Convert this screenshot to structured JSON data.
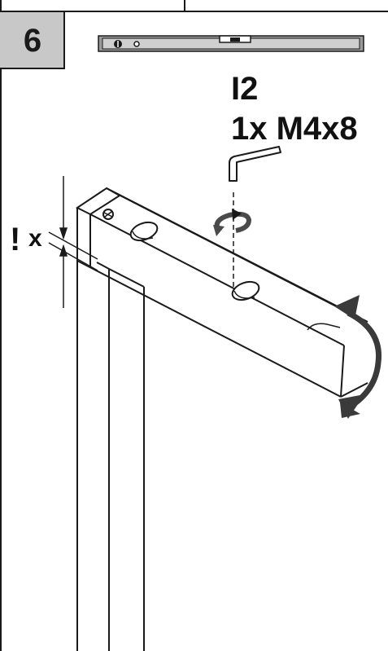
{
  "step": {
    "number": "6"
  },
  "part": {
    "code": "I2",
    "quantity_label": "1x M4x8"
  },
  "warning": {
    "mark": "!",
    "gap_label": "x"
  },
  "colors": {
    "box_fill": "#c8c8c8",
    "line": "#1a1a1a",
    "arrow": "#4a4a4a"
  },
  "icons": [
    "spirit-level-icon",
    "allen-key-icon",
    "rotate-arrow-icon",
    "tilt-arrow-icon",
    "gap-indicator-icon"
  ]
}
